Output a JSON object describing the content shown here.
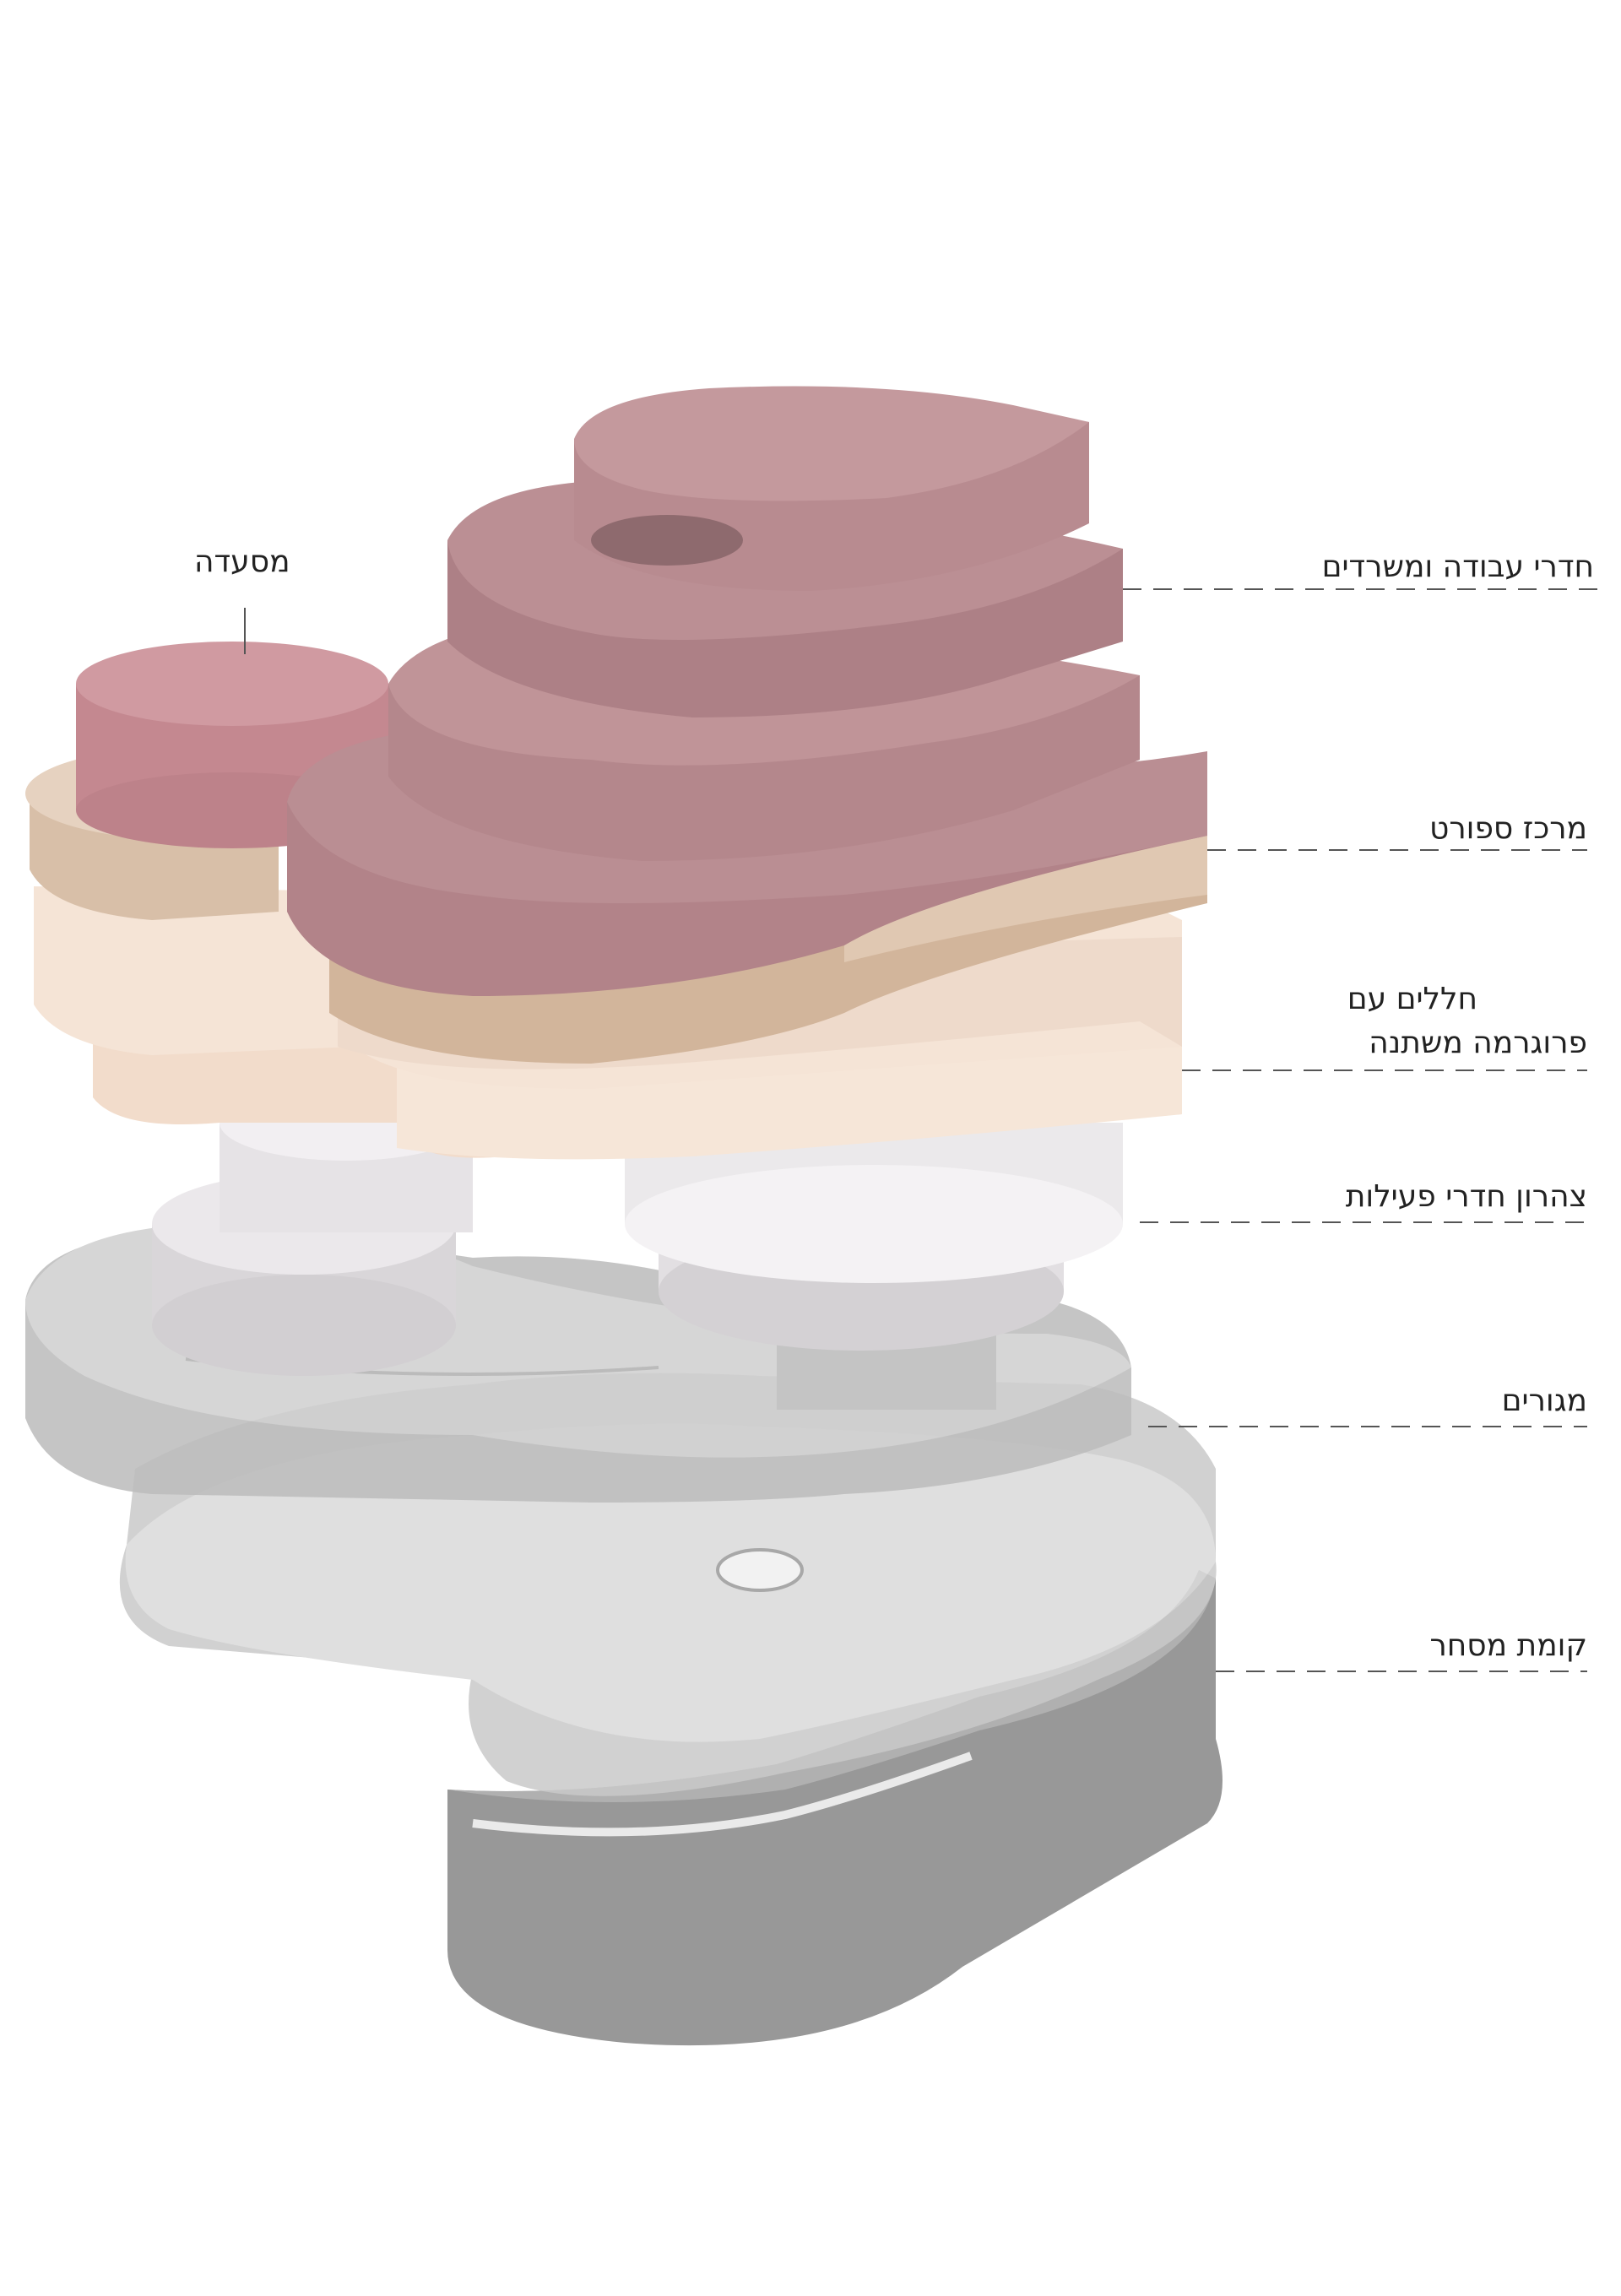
{
  "labels": {
    "restaurant": "מסעדה",
    "offices": "חדרי עבודה ומשרדים",
    "sports": "מרכז ספורט",
    "flex_line1": "חללים עם",
    "flex_line2": "פרוגרמה משתנה",
    "activity": "צהרון חדרי פעילות",
    "housing": "מגורים",
    "commerce": "קומת מסחר"
  },
  "colors": {
    "offices": "#b78f94",
    "restaurant": "#c0868d",
    "sports": "#d6bca5",
    "flex": "#f3e1d2",
    "activity": "#e4e1e4",
    "housing": "#bdbdbd",
    "commerce": "#9a9a9a"
  }
}
